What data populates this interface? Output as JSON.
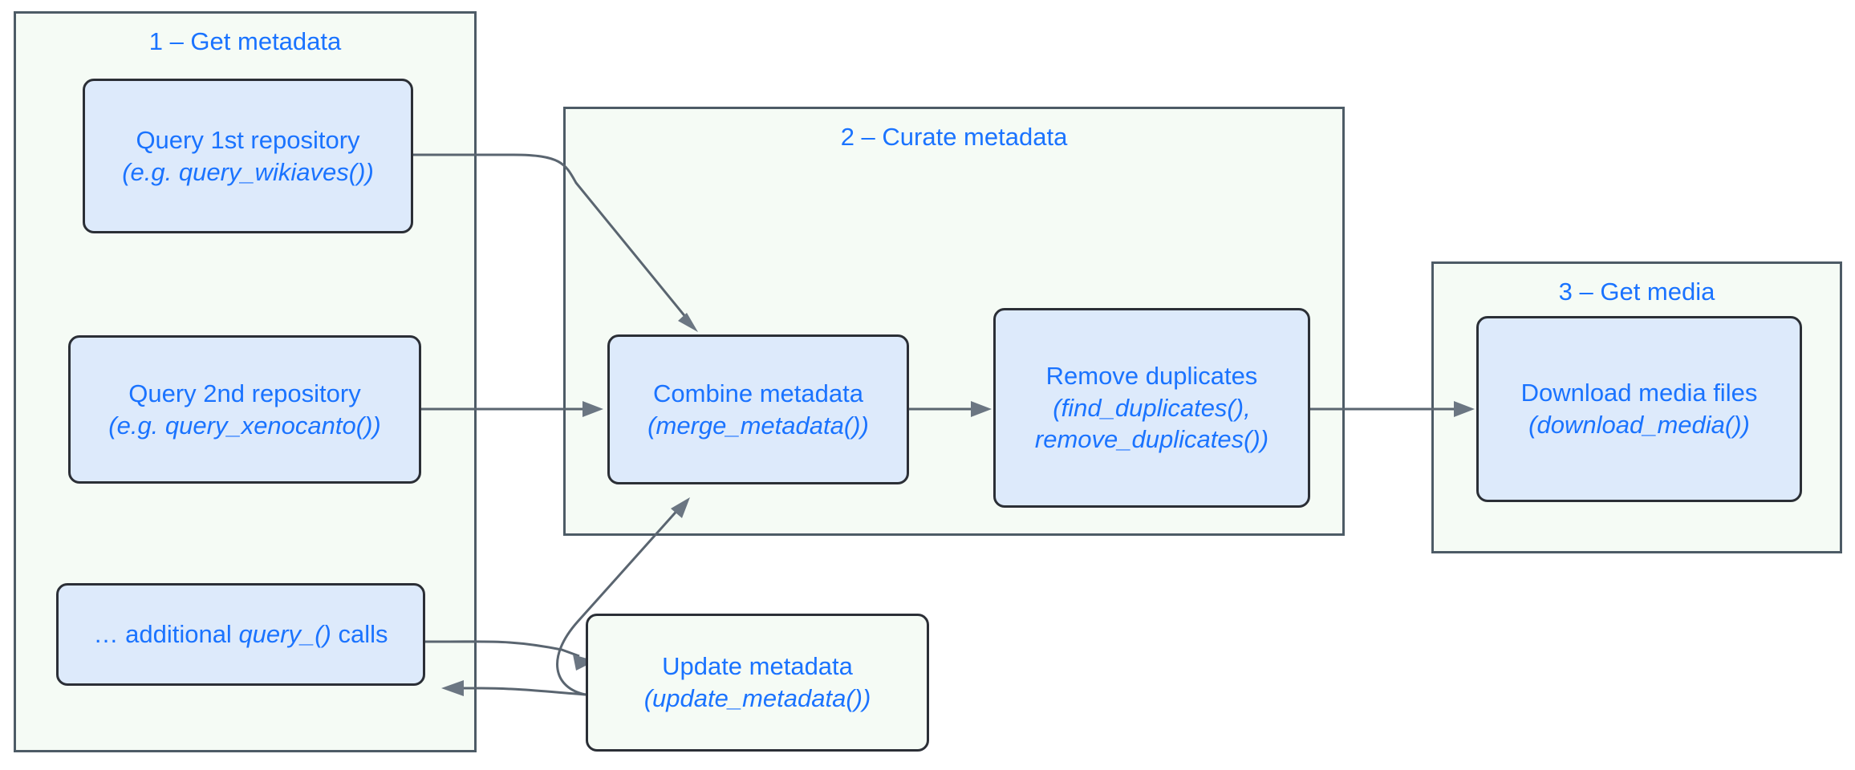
{
  "diagram": {
    "type": "flowchart",
    "title": "",
    "colors": {
      "group_fill": "#f5fbf5",
      "group_border": "#4d5b66",
      "node_fill": "#ddeafb",
      "node_border": "#2b2f36",
      "text": "#1a73ff",
      "edge": "#5a6570",
      "arrowhead": "#6b7682",
      "background": "#ffffff"
    },
    "groups": [
      {
        "id": "group-1",
        "title": "1 – Get metadata"
      },
      {
        "id": "group-2",
        "title": "2 – Curate metadata"
      },
      {
        "id": "group-3",
        "title": "3 – Get media"
      }
    ],
    "nodes": [
      {
        "id": "query-1st-repository",
        "group": "1 – Get metadata",
        "line1": "Query 1st repository",
        "line2": "(e.g. query_wikiaves())"
      },
      {
        "id": "query-2nd-repository",
        "group": "1 – Get metadata",
        "line1": "Query 2nd repository",
        "line2": "(e.g. query_xenocanto())"
      },
      {
        "id": "additional-query-calls",
        "group": "1 – Get metadata",
        "line1_pre": "… additional ",
        "line1_em": "query_()",
        "line1_post": " calls"
      },
      {
        "id": "combine-metadata",
        "group": "2 – Curate metadata",
        "line1": "Combine metadata",
        "line2": "(merge_metadata())"
      },
      {
        "id": "remove-duplicates",
        "group": "2 – Curate metadata",
        "line1": "Remove duplicates",
        "line2": "(find_duplicates(),",
        "line3": "remove_duplicates())"
      },
      {
        "id": "download-media-files",
        "group": "3 – Get media",
        "line1": "Download media files",
        "line2": "(download_media())"
      },
      {
        "id": "update-metadata",
        "group": "none",
        "line1": "Update metadata",
        "line2": "(update_metadata())"
      }
    ],
    "edges": [
      {
        "from": "query-1st-repository",
        "to": "combine-metadata",
        "style": "curved",
        "arrow": "single"
      },
      {
        "from": "query-2nd-repository",
        "to": "combine-metadata",
        "style": "straight",
        "arrow": "single"
      },
      {
        "from": "update-metadata",
        "to": "combine-metadata",
        "style": "curved",
        "arrow": "single"
      },
      {
        "from": "additional-query-calls",
        "to": "update-metadata",
        "style": "curved",
        "arrow": "single"
      },
      {
        "from": "update-metadata",
        "to": "additional-query-calls",
        "style": "curved",
        "arrow": "single"
      },
      {
        "from": "combine-metadata",
        "to": "remove-duplicates",
        "style": "straight",
        "arrow": "single"
      },
      {
        "from": "remove-duplicates",
        "to": "download-media-files",
        "style": "straight",
        "arrow": "single"
      }
    ]
  }
}
